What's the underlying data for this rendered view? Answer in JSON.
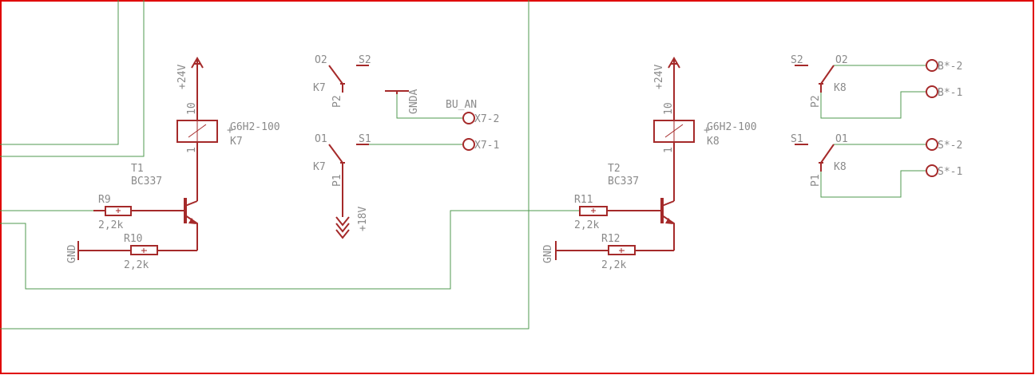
{
  "colors": {
    "frame": "#e00000",
    "wire": "#4f9a4f",
    "part": "#a52a2a",
    "label": "#8a8a8a",
    "background": "#ffffff"
  },
  "stage1": {
    "supply": "+24V",
    "relay_pin_top": "10",
    "relay_pin_bottom": "1",
    "relay_type": "G6H2-100",
    "relay_name": "K7",
    "transistor_name": "T1",
    "transistor_type": "BC337",
    "r_base_name": "R9",
    "r_base_value": "2,2k",
    "r_pull_name": "R10",
    "r_pull_value": "2,2k",
    "gnd": "GND",
    "contact_a_o": "O2",
    "contact_a_s": "S2",
    "contact_a_k": "K7",
    "contact_a_p": "P2",
    "contact_b_o": "O1",
    "contact_b_s": "S1",
    "contact_b_k": "K7",
    "contact_b_p": "P1",
    "gnda": "GNDA",
    "net_name": "BU_AN",
    "conn_2": "X7-2",
    "conn_1": "X7-1",
    "supply_low": "+18V"
  },
  "stage2": {
    "supply": "+24V",
    "relay_pin_top": "10",
    "relay_pin_bottom": "1",
    "relay_type": "G6H2-100",
    "relay_name": "K8",
    "transistor_name": "T2",
    "transistor_type": "BC337",
    "r_base_name": "R11",
    "r_base_value": "2,2k",
    "r_pull_name": "R12",
    "r_pull_value": "2,2k",
    "gnd": "GND",
    "contact_a_s": "S2",
    "contact_a_o": "O2",
    "contact_a_k": "K8",
    "contact_a_p": "P2",
    "contact_b_s": "S1",
    "contact_b_o": "O1",
    "contact_b_k": "K8",
    "contact_b_p": "P1",
    "conn_b2": "B*-2",
    "conn_b1": "B*-1",
    "conn_s2": "S*-2",
    "conn_s1": "S*-1"
  }
}
